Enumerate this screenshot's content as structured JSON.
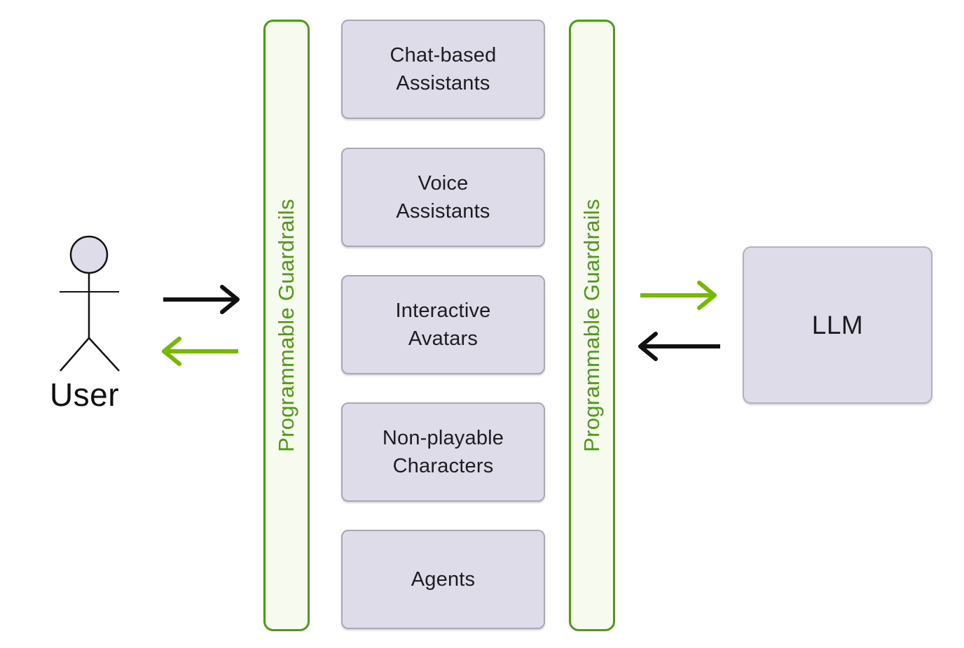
{
  "user": {
    "label": "User"
  },
  "guardrails": {
    "left_label": "Programmable Guardrails",
    "right_label": "Programmable Guardrails"
  },
  "applications": [
    {
      "label": "Chat-based\nAssistants"
    },
    {
      "label": "Voice\nAssistants"
    },
    {
      "label": "Interactive\nAvatars"
    },
    {
      "label": "Non-playable\nCharacters"
    },
    {
      "label": "Agents"
    }
  ],
  "llm": {
    "label": "LLM"
  },
  "arrows": {
    "user_to_guardrails": "black-right-arrow",
    "guardrails_to_user": "green-left-arrow",
    "guardrails_to_llm": "green-right-arrow",
    "llm_to_guardrails": "black-left-arrow"
  },
  "colors": {
    "green_accent": "#76b900",
    "green_border": "#4d9a16",
    "bar_fill": "#f7faef",
    "box_fill": "#dedce9",
    "box_border": "#a9a7b6",
    "llm_border": "#b3b1bf",
    "text_dark": "#1d1d1f"
  }
}
